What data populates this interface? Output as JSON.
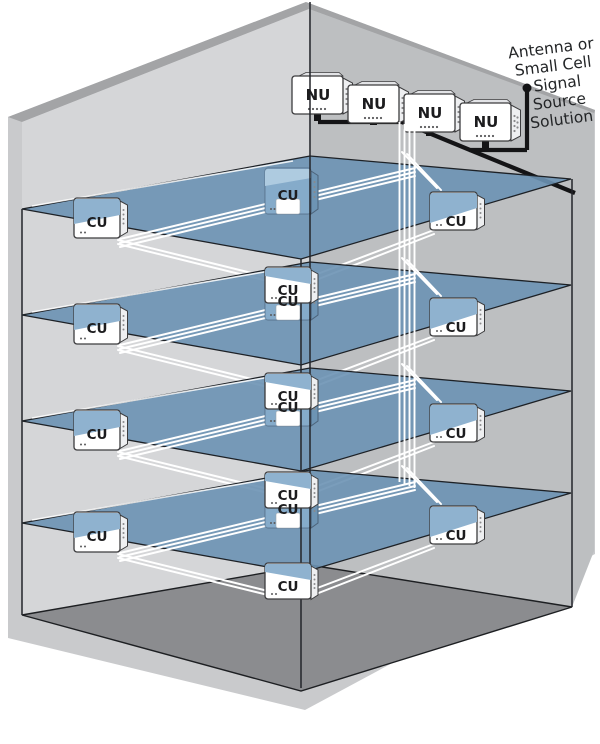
{
  "diagram": {
    "type": "isometric-building-das-cabling-diagram",
    "annotation": {
      "lines": [
        "Antenna or",
        "Small Cell",
        "Signal",
        "Source",
        "Solution"
      ]
    },
    "labels": {
      "nu": "NU",
      "cu": "CU"
    },
    "structure": {
      "floors": 4,
      "nu_units": 4,
      "cu_units": 16,
      "riser_cables": 4,
      "cu_positions_per_floor": [
        "left-wall",
        "center-back",
        "center-front",
        "right-wall"
      ]
    },
    "colors": {
      "floor_blue": "#6b92b4",
      "wall_left": "#d5d6d8",
      "wall_right": "#bdbfc1",
      "shell_gray": "#c9cacc",
      "bevel_gray": "#a3a4a6",
      "ground_slab": "#8b8c8f",
      "unit_white": "#ffffff",
      "unit_tint": "#85abca",
      "unit_band": "#8fb2cf",
      "unit_border": "#3c3c3e",
      "cable_white": "#ffffff",
      "cable_black": "#141416",
      "text_dark": "#1c1c1e"
    }
  }
}
